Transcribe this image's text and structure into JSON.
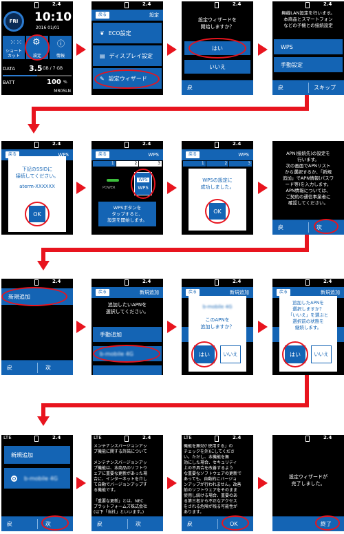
{
  "arrows": "right-arrow",
  "status": {
    "wifi": "2.4",
    "lte": "LTE"
  },
  "s1": {
    "time": "10:10",
    "day": "FRI",
    "date": "2016 01/01",
    "shortcut": "ショート\nカット",
    "settings": "設定",
    "info": "情報",
    "data_label": "DATA",
    "data_val": "3.5",
    "data_unit": "GB / 7 GB",
    "batt_label": "BATT",
    "batt_val": "100",
    "batt_unit": "%",
    "model": "MR05LN"
  },
  "s2": {
    "back": "戻る",
    "title": "設定",
    "items": [
      "ECO設定",
      "ディスプレイ設定",
      "設定ウィザード"
    ]
  },
  "s3": {
    "prompt": "設定ウィザードを\n開始しますか？",
    "yes": "はい",
    "no": "いいえ",
    "back": "戻る"
  },
  "s4": {
    "intro": "無線LAN設定を行います。\n本商品とスマートフォン\nなどの子機との接続設定",
    "wps": "WPS",
    "manual": "手動設定",
    "back": "戻る",
    "skip": "スキップ"
  },
  "s5": {
    "back": "戻る",
    "title": "WPS",
    "msg": "下記のSSIDに\n接続してください。",
    "ssid": "aterm-XXXXXX",
    "ok": "OK"
  },
  "s6": {
    "back": "戻る",
    "title": "WPS",
    "steps": [
      "1",
      "2",
      "3"
    ],
    "power": "POWER",
    "wps_btn": "WPS",
    "msg": "WPSボタンを\nタップすると、\n設定を開始します。"
  },
  "s7": {
    "back": "戻る",
    "title": "WPS",
    "steps": [
      "1",
      "2",
      "3"
    ],
    "msg": "WPSの設定に\n成功しました。",
    "ok": "OK"
  },
  "s8": {
    "msg": "APN(接続先)の設定を\n行います。\n次の画面でAPNリスト\nから選択するか、「新規\n追加」でAPN情報(パスワ\nード等)を入力します。\nAPN情報については、\nご契約の通信事業者に\n確認してください。",
    "back": "戻る",
    "next": "次へ"
  },
  "s9": {
    "new": "新規追加",
    "back": "戻る",
    "next": "次へ"
  },
  "s10": {
    "back": "戻る",
    "title": "新規追加",
    "msg": "追加したいAPNを\n選択してください。",
    "manual": "手動追加",
    "blurred": "b-mobile 4G"
  },
  "s11": {
    "back": "戻る",
    "title": "新規追加",
    "blurred": "b-mobile 4G",
    "msg": "このAPNを\n追加しますか？",
    "yes": "はい",
    "no": "いいえ"
  },
  "s12": {
    "back": "戻る",
    "title": "新規追加",
    "msg": "追加したAPNを\n選択しますか？\n「いいえ」を選ぶと\n選択前の状態を\n継続します。",
    "yes": "はい",
    "no": "いいえ"
  },
  "s13": {
    "new": "新規追加",
    "blurred": "b-mobile 4G",
    "back": "戻る",
    "next": "次へ"
  },
  "s14": {
    "msg": "メンテナンスバージョンアッ\nプ機能に関する許諾について\n\nメンテナンスバージョンアッ\nプ機能は、本商品のソフトウ\nェアに重要な更新があった場\n合に、インターネットを介し\nて自動でバージョンアップす\nる機能です。\n\n「重要な更新」とは、NEC\nプラットフォームズ株式会社\n(以下「当社」といいます。)",
    "back": "戻る",
    "next": "次へ"
  },
  "s15": {
    "msg": "機能を無効(「使用する」の\nチェックを外)にしてくださ\nい。ただし、本機能を無\n効にした場合、セキュリティ\n上の不具合を改善するよう\nな重要なソフトウェアの更新で\nあっても、自動的にバージョ\nンアップが行われません。改善\n前のソフトウェアをそのまま\n使用し続ける場合、重要のあ\nる第三者から不正なアクセス\nをされる危険が残る可能性が\nあります。",
    "back": "戻る",
    "ok": "OK"
  },
  "s16": {
    "msg": "設定ウィザードが\n完了しました。",
    "done": "終了"
  }
}
